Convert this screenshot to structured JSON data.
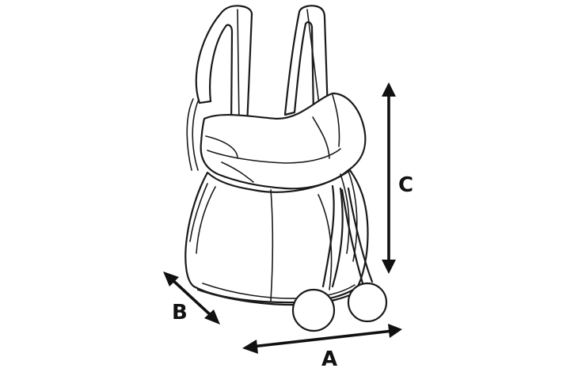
{
  "dimensions": {
    "a": {
      "label": "A"
    },
    "b": {
      "label": "B"
    },
    "c": {
      "label": "C"
    }
  },
  "colors": {
    "ink": "#1a1a1a",
    "background": "#ffffff"
  }
}
